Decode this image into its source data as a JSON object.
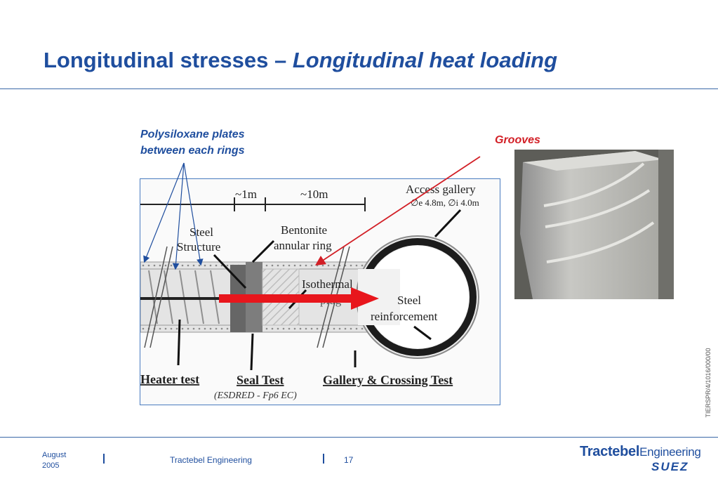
{
  "slide": {
    "title_main": "Longitudinal stresses – ",
    "title_sub": "Longitudinal heat loading"
  },
  "callouts": {
    "plates_line1": "Polysiloxane plates",
    "plates_line2": "between each rings",
    "grooves": "Grooves"
  },
  "diagram": {
    "dim_short": "~1m",
    "dim_long": "~10m",
    "access_gallery": "Access gallery",
    "gallery_dims": "∅e 4.8m, ∅i 4.0m",
    "steel_structure_1": "Steel",
    "steel_structure_2": "Structure",
    "bentonite_1": "Bentonite",
    "bentonite_2": "annular ring",
    "isothermal_1": "Isothermal",
    "isothermal_2": "plug",
    "steel_reinf_1": "Steel",
    "steel_reinf_2": "reinforcement",
    "heater_test": "Heater test",
    "seal_test": "Seal Test",
    "esdred": "(ESDRED - Fp6 EC)",
    "gallery_crossing": "Gallery & Crossing Test"
  },
  "side_reference": "TIERSPR/4/1016/000/00",
  "footer": {
    "month": "August",
    "year": "2005",
    "company": "Tractebel Engineering",
    "page": "17",
    "logo_brand": "Tractebel",
    "logo_light": "Engineering",
    "logo_mark": "SUEZ"
  },
  "colors": {
    "title_blue": "#1f4e9e",
    "callout_red": "#d21f26",
    "arrow_red": "#e8161c"
  }
}
